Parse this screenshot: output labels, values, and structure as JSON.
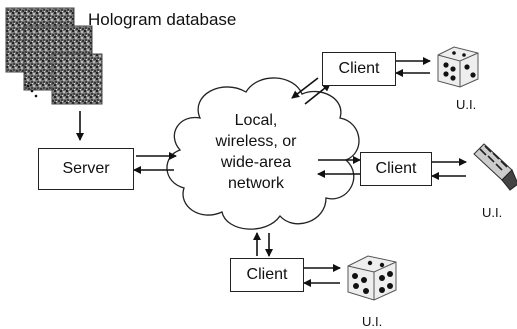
{
  "title": "Hologram database",
  "server_label": "Server",
  "network_label": [
    "Local,",
    "wireless, or",
    "wide-area",
    "network"
  ],
  "clients": [
    {
      "label": "Client",
      "ui_label": "U.I."
    },
    {
      "label": "Client",
      "ui_label": "U.I."
    },
    {
      "label": "Client",
      "ui_label": "U.I."
    }
  ],
  "icons": {
    "database": "hologram-stack-icon",
    "ui_top": "dice-icon",
    "ui_right": "probe-device-icon",
    "ui_bottom": "dice-icon"
  },
  "colors": {
    "line": "#111111",
    "box_border": "#222222",
    "background": "#ffffff"
  }
}
